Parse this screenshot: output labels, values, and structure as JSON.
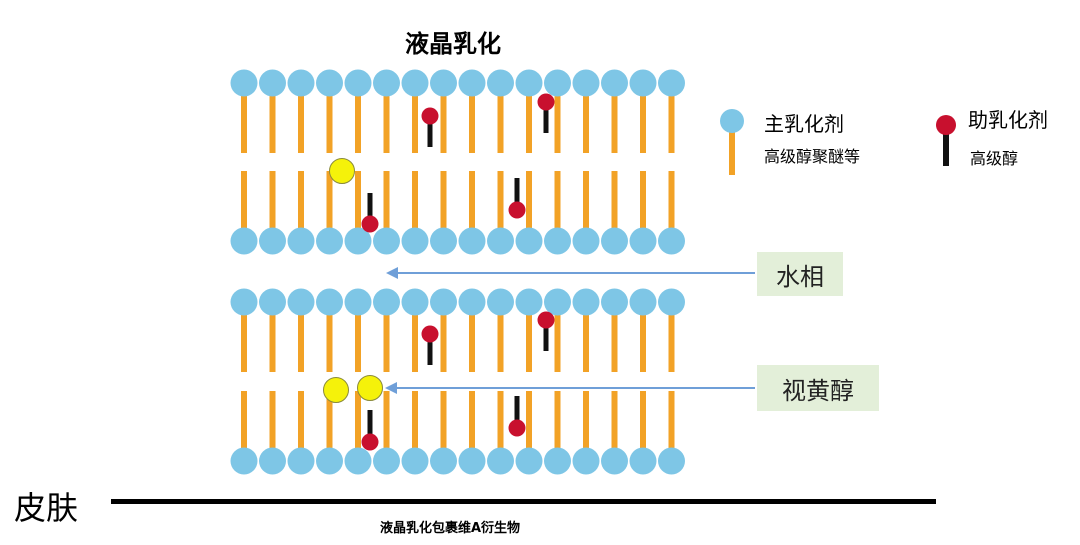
{
  "title": "液晶乳化",
  "caption": "液晶乳化包裹维A衍生物",
  "skin_label": "皮肤",
  "legend": {
    "primary_emulsifier": "主乳化剂",
    "primary_emulsifier_sub": "高级醇聚醚等",
    "co_emulsifier": "助乳化剂",
    "co_emulsifier_sub": "高级醇"
  },
  "callouts": {
    "water_phase": "水相",
    "retinol": "视黄醇"
  },
  "colors": {
    "head": "#7ec6e6",
    "tail": "#f2a226",
    "co_head": "#c8102e",
    "co_tail": "#111111",
    "retinol": "#f5f20a",
    "arrow": "#6f9fd8",
    "callout_bg": "#e3efd9"
  }
}
